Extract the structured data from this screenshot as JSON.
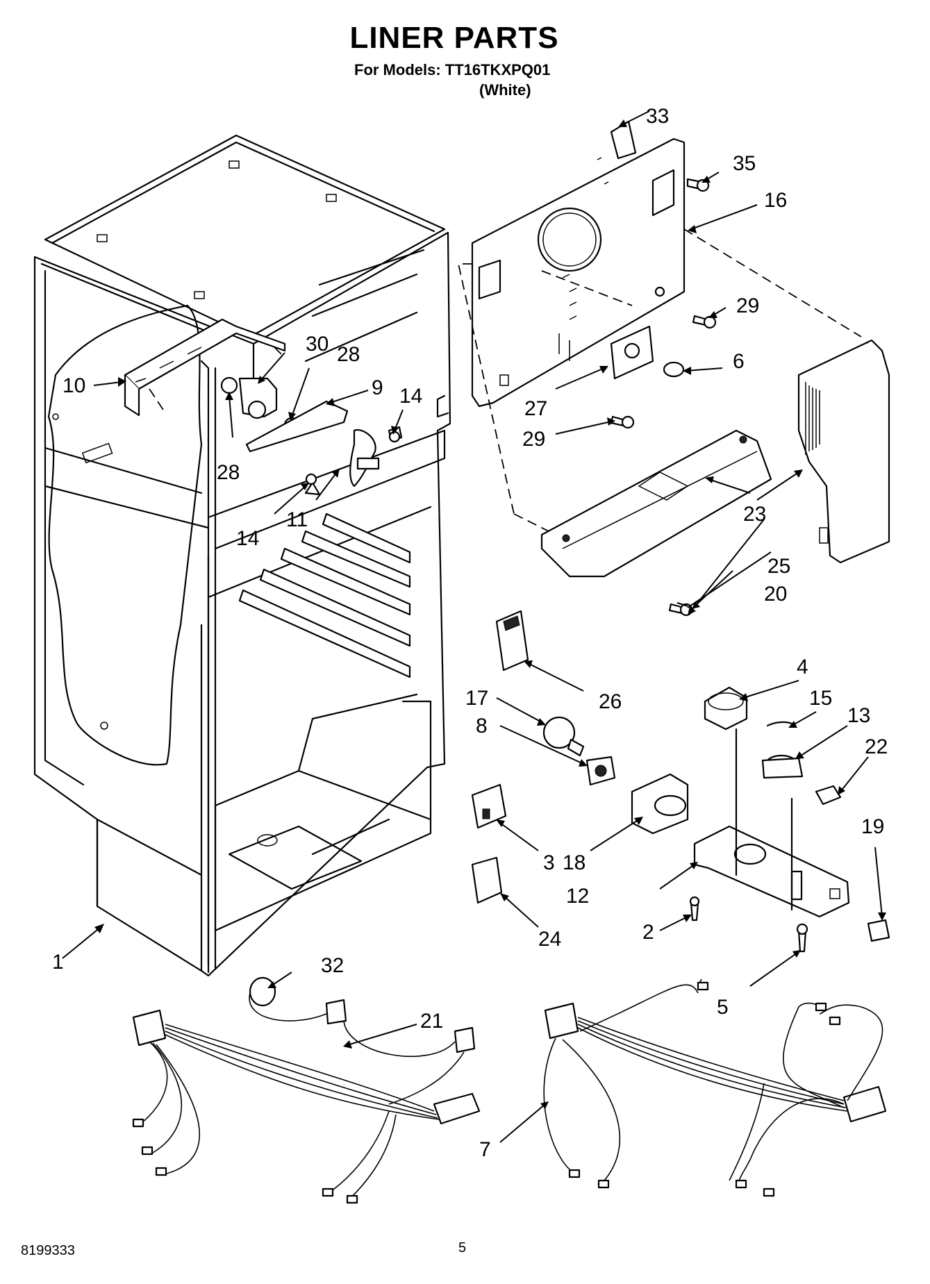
{
  "header": {
    "title": "LINER PARTS",
    "models_line": "For Models: TT16TKXPQ01",
    "color_line": "(White)"
  },
  "footer": {
    "doc_number": "8199333",
    "page_number": "5"
  },
  "callouts": [
    "1",
    "2",
    "3",
    "4",
    "5",
    "6",
    "7",
    "8",
    "9",
    "10",
    "11",
    "12",
    "13",
    "14",
    "14",
    "15",
    "16",
    "17",
    "18",
    "19",
    "20",
    "21",
    "22",
    "23",
    "24",
    "25",
    "26",
    "27",
    "28",
    "28",
    "29",
    "29",
    "30",
    "32",
    "33",
    "35"
  ]
}
